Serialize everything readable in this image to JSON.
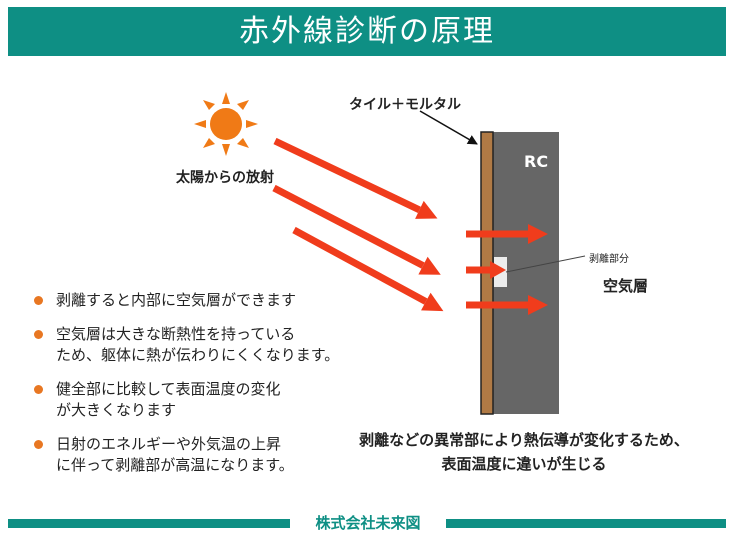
{
  "header": {
    "title": "赤外線診断の原理"
  },
  "labels": {
    "sun": "太陽からの放射",
    "tile_mortar": "タイル＋モルタル",
    "rc": "RC",
    "peel_part": "剥離部分",
    "air_layer": "空気層"
  },
  "bullets": [
    {
      "lines": [
        "剥離すると内部に空気層ができます"
      ]
    },
    {
      "lines": [
        "空気層は大きな断熱性を持っている",
        "ため、躯体に熱が伝わりにくくなります。"
      ]
    },
    {
      "lines": [
        "健全部に比較して表面温度の変化",
        "が大きくなります"
      ]
    },
    {
      "lines": [
        "日射のエネルギーや外気温の上昇",
        "に伴って剥離部が高温になります。"
      ]
    }
  ],
  "caption": {
    "line1": "剥離などの異常部により熱伝導が変化するため、",
    "line2": "表面温度に違いが生じる"
  },
  "footer": {
    "company": "株式会社未来図"
  },
  "colors": {
    "teal": "#0e8f84",
    "arrow_red": "#f03c1c",
    "sun_orange": "#f07a16",
    "tile_brown": "#b07a45",
    "rc_gray": "#666666",
    "bullet_orange": "#e87722"
  }
}
